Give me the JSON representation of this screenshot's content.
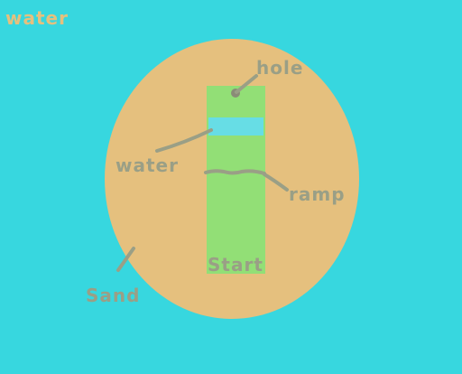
{
  "colors": {
    "water": "#37D7DF",
    "sand": "#E5C07E",
    "green": "#92DF76",
    "pond": "#67DDE5",
    "ink": "#9A9F86",
    "ink_dark": "#8A8C77",
    "water_label": "#E5C07E"
  },
  "labels": {
    "water_title": "water",
    "hole": "hole",
    "water": "water",
    "ramp": "ramp",
    "sand": "Sand",
    "start": "Start"
  }
}
